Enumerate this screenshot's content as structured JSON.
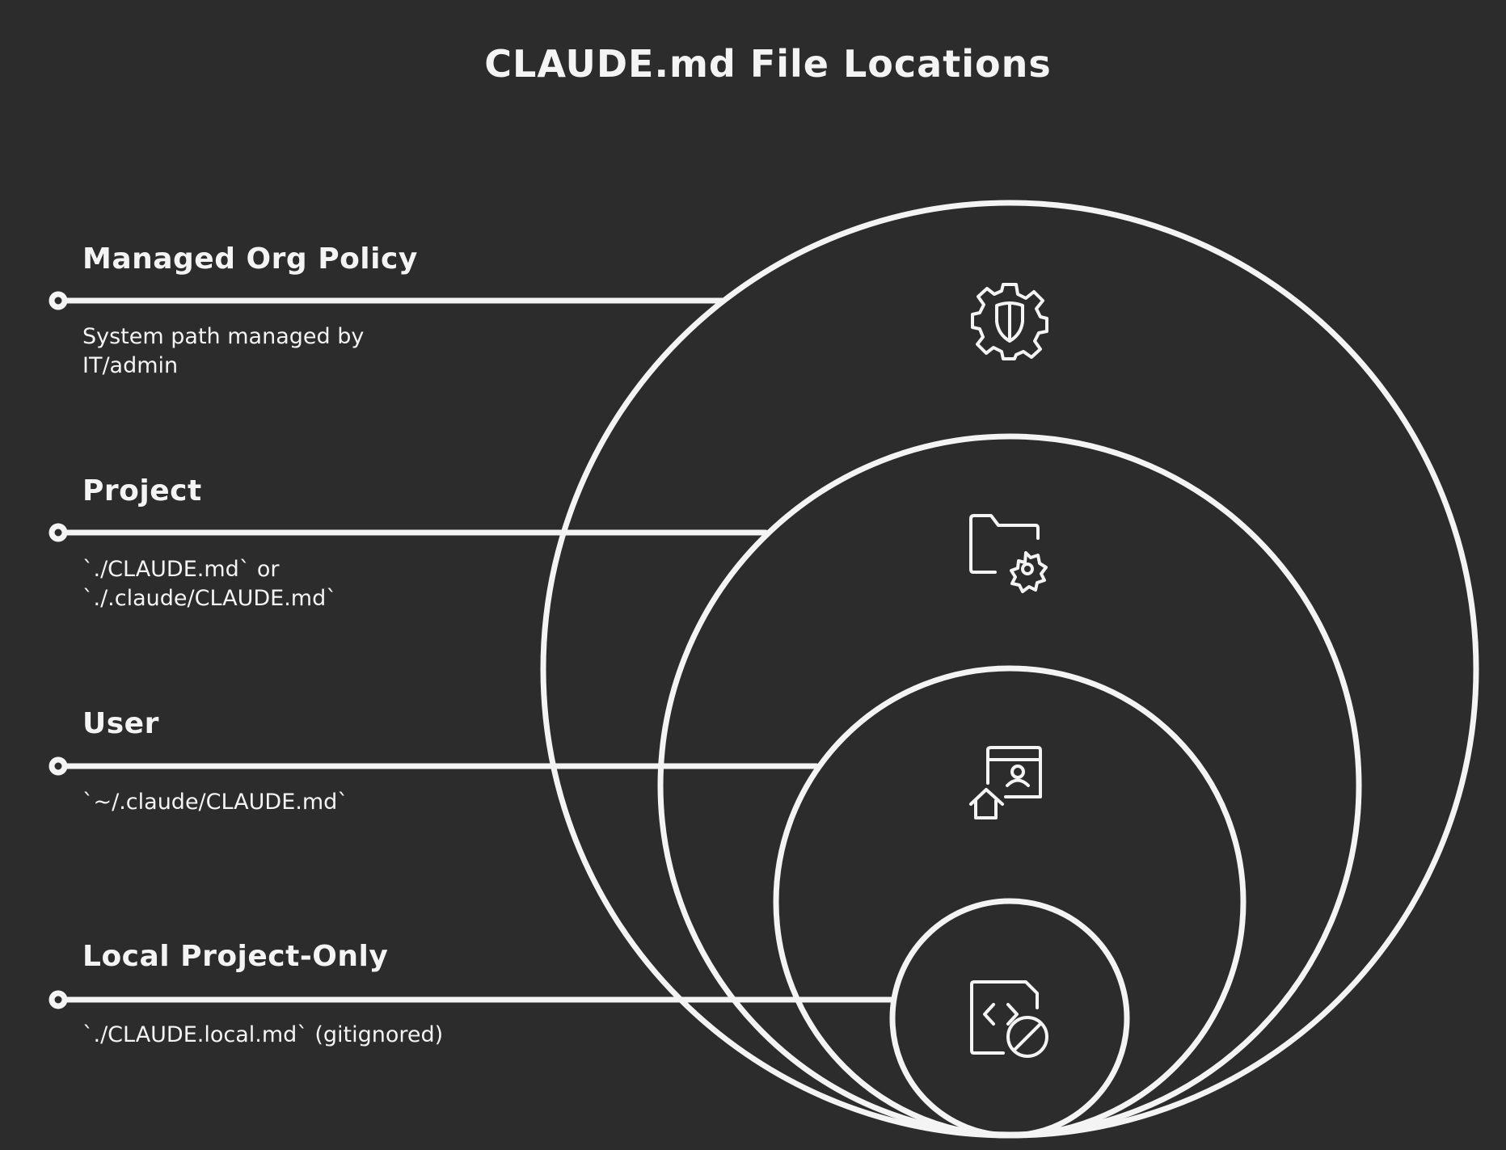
{
  "title": "CLAUDE.md File Locations",
  "colors": {
    "background": "#2c2c2c",
    "stroke": "#f4f4f4"
  },
  "layers": [
    {
      "label": "Managed Org Policy",
      "description": "System path managed by IT/admin",
      "icon": "gear-shield-icon"
    },
    {
      "label": "Project",
      "description": "`./CLAUDE.md` or `./.claude/CLAUDE.md`",
      "icon": "folder-gear-icon"
    },
    {
      "label": "User",
      "description": "`~/.claude/CLAUDE.md`",
      "icon": "user-window-home-icon"
    },
    {
      "label": "Local Project-Only",
      "description": "`./CLAUDE.local.md` (gitignored)",
      "icon": "code-file-blocked-icon"
    }
  ]
}
